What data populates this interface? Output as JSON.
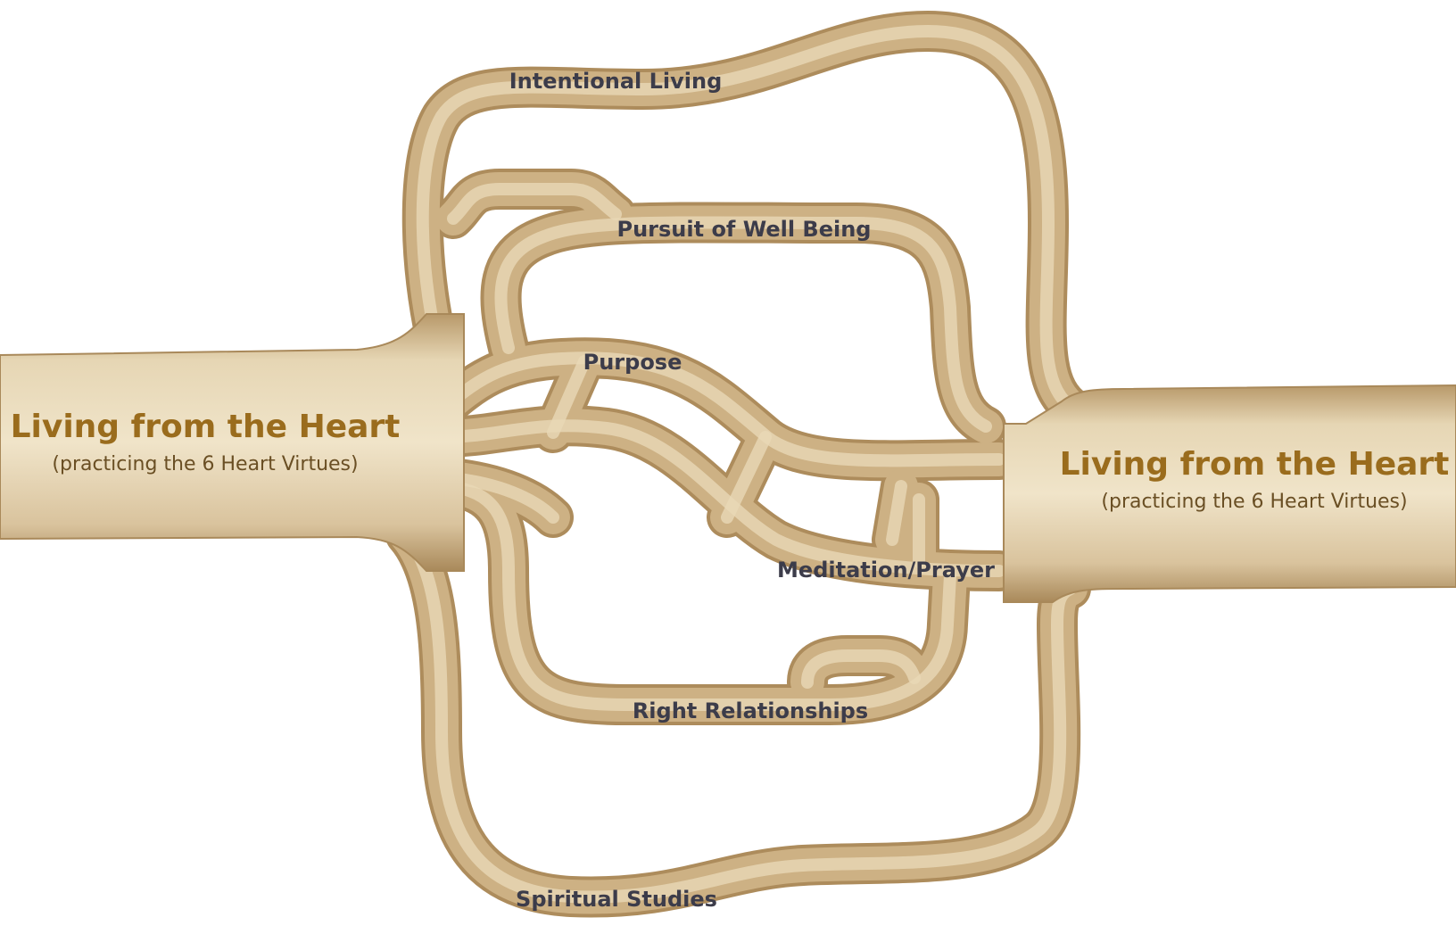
{
  "colors": {
    "background": "#ffffff",
    "tube_outer": "#ad8c5c",
    "tube_mid": "#cdb184",
    "tube_light": "#e8d8b7",
    "hub_title": "#9a6c1d",
    "hub_subtitle": "#6a4f24",
    "path_label": "#3c3c4a"
  },
  "left_hub": {
    "title": "Living from the Heart",
    "subtitle": "(practicing the 6 Heart Virtues)"
  },
  "right_hub": {
    "title": "Living from the Heart",
    "subtitle": "(practicing the 6 Heart Virtues)"
  },
  "paths": [
    {
      "id": "intentional-living",
      "label": "Intentional Living"
    },
    {
      "id": "pursuit-of-well-being",
      "label": "Pursuit of Well Being"
    },
    {
      "id": "purpose",
      "label": "Purpose"
    },
    {
      "id": "meditation-prayer",
      "label": "Meditation/Prayer"
    },
    {
      "id": "right-relationships",
      "label": "Right Relationships"
    },
    {
      "id": "spiritual-studies",
      "label": "Spiritual Studies"
    }
  ]
}
